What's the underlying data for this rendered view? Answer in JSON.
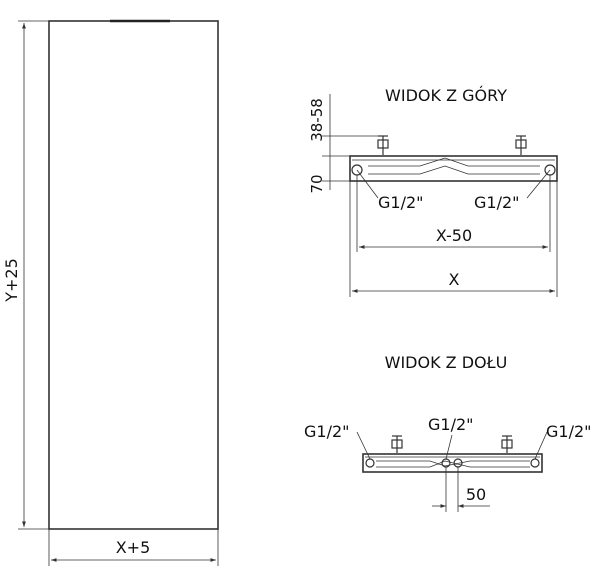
{
  "front_view": {
    "height_label": "Y+25",
    "width_label": "X+5"
  },
  "top_view": {
    "title": "WIDOK Z GÓRY",
    "offset_label": "38-58",
    "depth_label": "70",
    "left_connection": "G1/2\"",
    "right_connection": "G1/2\"",
    "inner_width_label": "X-50",
    "total_width_label": "X"
  },
  "bottom_view": {
    "title": "WIDOK Z DOŁU",
    "left_connection": "G1/2\"",
    "center_connection": "G1/2\"",
    "right_connection": "G1/2\"",
    "spacing_label": "50"
  },
  "colors": {
    "line": "#333333",
    "text": "#111111",
    "background": "#ffffff"
  }
}
